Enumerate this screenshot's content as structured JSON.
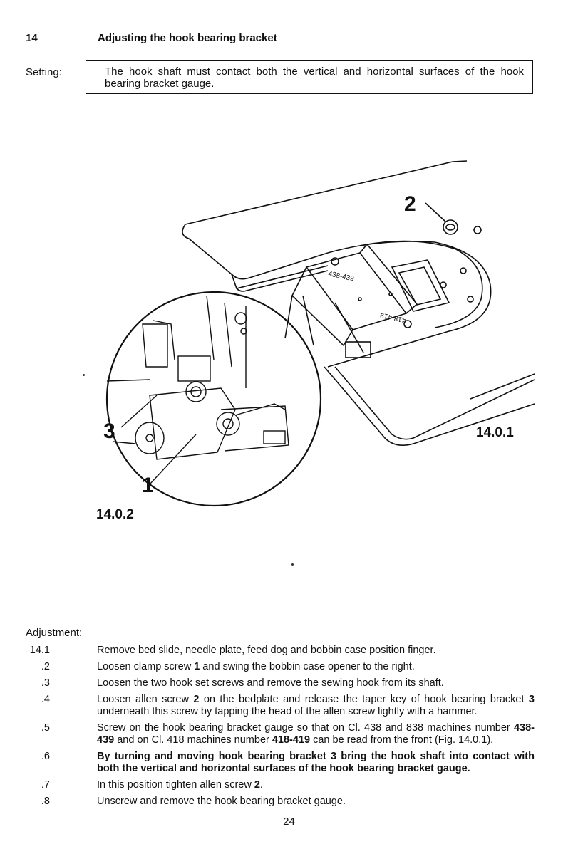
{
  "header": {
    "section_number": "14",
    "section_title": "Adjusting the hook bearing bracket"
  },
  "setting": {
    "label": "Setting:",
    "text": "The hook shaft must contact both the vertical and horizontal surfaces of the hook bearing bracket gauge."
  },
  "figure": {
    "callout_2": "2",
    "callout_3": "3",
    "callout_1": "1",
    "label_main": "14.0.1",
    "label_detail": "14.0.2",
    "plate_text_top": "438-439",
    "plate_text_bottom": "418-419"
  },
  "adjustment": {
    "label": "Adjustment:",
    "steps": [
      {
        "num": "14.1",
        "text": "Remove bed slide, needle plate, feed dog and bobbin case position finger."
      },
      {
        "num": ".2",
        "pre": "Loosen clamp screw ",
        "b1": "1",
        "post": " and swing the bobbin case opener to the right."
      },
      {
        "num": ".3",
        "text": "Loosen the two hook set screws and remove the sewing hook from its shaft."
      },
      {
        "num": ".4",
        "pre": "Loosen allen screw ",
        "b1": "2",
        "mid": " on the bedplate and release the taper key of hook bearing bracket ",
        "b2": "3",
        "post": " underneath this screw by tapping the head of the allen screw lightly with a hammer."
      },
      {
        "num": ".5",
        "pre": "Screw on the hook bearing bracket gauge so that on Cl. 438 and 838 machines number ",
        "b1": "438-439",
        "mid": " and on Cl. 418 machines number ",
        "b2": "418-419",
        "post": " can be read from the front (Fig. 14.0.1)."
      },
      {
        "num": ".6",
        "bold_text": "By turning and moving hook bearing bracket 3 bring the hook shaft into contact with both the vertical and horizontal surfaces of the hook bearing bracket gauge."
      },
      {
        "num": ".7",
        "pre": "In this position tighten allen screw ",
        "b1": "2",
        "post": "."
      },
      {
        "num": ".8",
        "text": "Unscrew and remove the hook bearing bracket gauge."
      }
    ]
  },
  "page_number": "24"
}
